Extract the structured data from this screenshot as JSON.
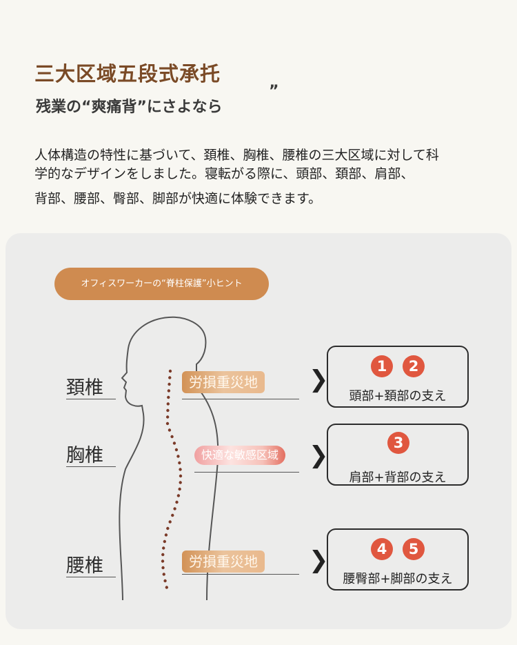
{
  "header": {
    "title": "三大区域五段式承托",
    "subtitle": "残業の“爽痛背”にさよなら",
    "subtitle_mark": "”"
  },
  "description": {
    "line1": "人体構造の特性に基づいて、頚椎、胸椎、腰椎の三大区域に対して科",
    "line2": "学的なデザインをしました。寝転がる際に、頭部、頚部、肩部、",
    "line3": "背部、腰部、臀部、脚部が快適に体験できます。"
  },
  "panel": {
    "tip_pill": "オフィスワーカーの“脊柱保護”小ヒント",
    "regions": [
      {
        "label": "頚椎",
        "tag": "労損重災地",
        "badges": [
          "1",
          "2"
        ],
        "support": "頭部+頚部の支え"
      },
      {
        "label": "胸椎",
        "tag": "快適な敏感区域",
        "badges": [
          "3"
        ],
        "support": "肩部+背部の支え"
      },
      {
        "label": "腰椎",
        "tag": "労損重災地",
        "badges": [
          "4",
          "5"
        ],
        "support": "腰臀部+脚部の支え"
      }
    ],
    "chevron": "❯"
  },
  "colors": {
    "title_brown": "#7a4a26",
    "pill_orange": "#cf8b50",
    "badge_red": "#e0573f",
    "spine_dots": "#7a3a28",
    "panel_bg": "#ececeb"
  }
}
